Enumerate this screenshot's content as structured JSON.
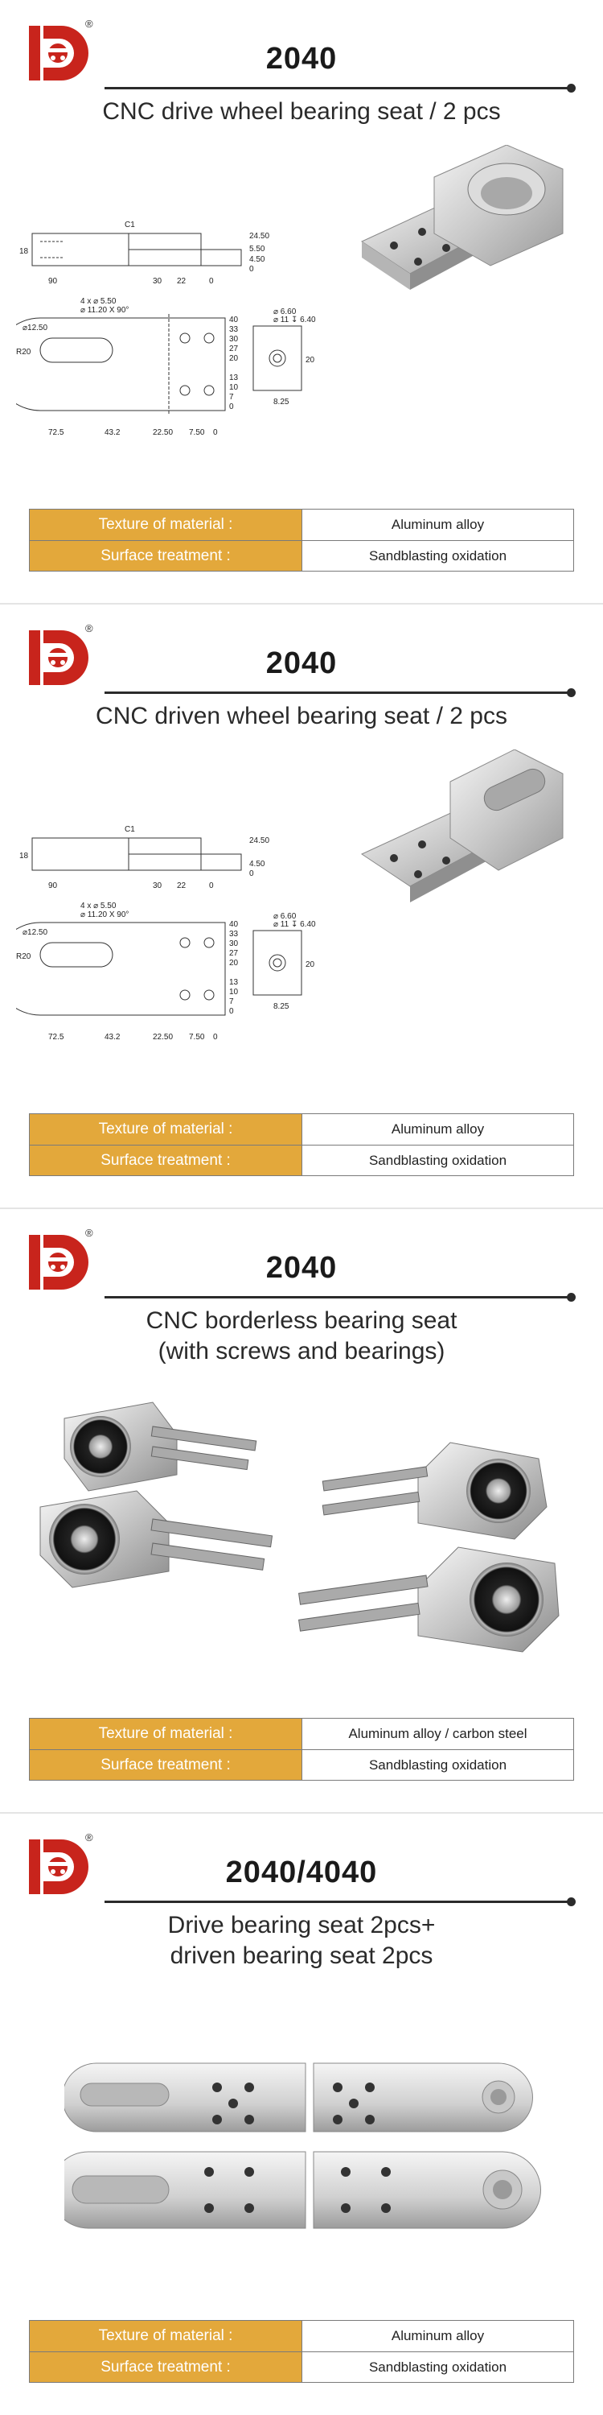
{
  "brand": {
    "logo_letters": "HD",
    "registered_mark": "®"
  },
  "spec_labels": {
    "texture": "Texture of material :",
    "surface": "Surface treatment :"
  },
  "sections": [
    {
      "model": "2040",
      "subtitle_lines": [
        "CNC drive wheel bearing seat / 2 pcs"
      ],
      "texture_value": "Aluminum alloy",
      "surface_value": "Sandblasting oxidation"
    },
    {
      "model": "2040",
      "subtitle_lines": [
        "CNC driven wheel bearing seat / 2 pcs"
      ],
      "texture_value": "Aluminum alloy",
      "surface_value": "Sandblasting oxidation"
    },
    {
      "model": "2040",
      "subtitle_lines": [
        "CNC borderless bearing seat",
        "(with screws and bearings)"
      ],
      "texture_value": "Aluminum alloy / carbon steel",
      "surface_value": "Sandblasting oxidation"
    },
    {
      "model": "2040/4040",
      "subtitle_lines": [
        "Drive bearing seat 2pcs+",
        "driven bearing seat 2pcs"
      ],
      "texture_value": "Aluminum alloy",
      "surface_value": "Sandblasting oxidation"
    }
  ],
  "drawing": {
    "side_labels": {
      "chamfer": "C1",
      "height": "18",
      "h1": "24.50",
      "h2": "5.50",
      "h3": "4.50",
      "h4": "0"
    },
    "bottom_labels": [
      "90",
      "30",
      "22",
      "0"
    ],
    "hole_note": "4 x ⌀ 5.50",
    "hole_note2": "⌀ 11.20 X 90°",
    "radius1": "⌀12.50",
    "radius2": "R20",
    "right_scale": [
      "40",
      "33",
      "30",
      "27",
      "20",
      "13",
      "10",
      "7",
      "0"
    ],
    "plan_bottom": [
      "72.5",
      "43.2",
      "22.50",
      "7.50",
      "0"
    ],
    "end_labels": {
      "d1": "⌀ 6.60",
      "d2": "⌀ 11 ↧ 6.40",
      "w": "8.25",
      "h": "20"
    }
  }
}
